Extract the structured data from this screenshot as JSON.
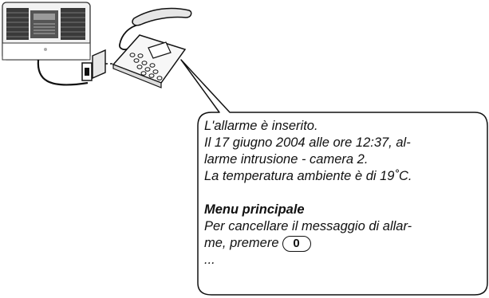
{
  "message": {
    "lines": [
      "L'allarme è inserito.",
      "Il 17 giugno 2004 alle ore 12:37, al-",
      "larme intrusione - camera 2.",
      "La temperatura ambiente è di 19˚C."
    ],
    "menu_heading": "Menu principale",
    "instruction_line1": "Per cancellare il messaggio di allar-",
    "instruction_line2": "me, premere",
    "key_label": "0",
    "ellipsis": "..."
  },
  "icons": {
    "panel": "alarm-control-panel",
    "plug": "phone-wall-socket",
    "phone": "desk-telephone"
  }
}
